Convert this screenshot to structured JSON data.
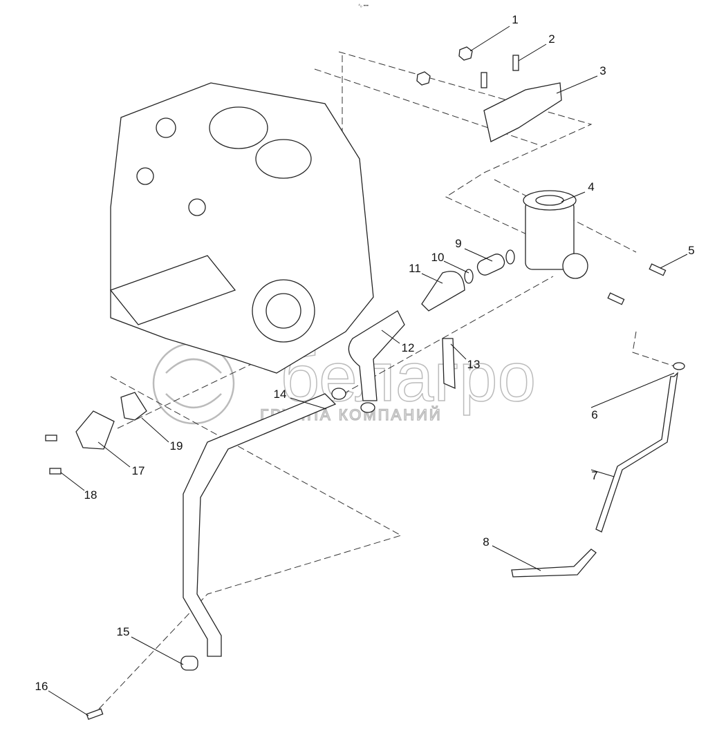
{
  "diagram": {
    "header_mark": "⁴ₒ ▪▪▪",
    "watermark": {
      "brand": "белагро",
      "subtitle": "ГРУППА КОМПАНИЙ"
    },
    "callouts": [
      {
        "id": "1",
        "label": "1"
      },
      {
        "id": "2",
        "label": "2"
      },
      {
        "id": "3",
        "label": "3"
      },
      {
        "id": "4",
        "label": "4"
      },
      {
        "id": "5",
        "label": "5"
      },
      {
        "id": "6",
        "label": "6"
      },
      {
        "id": "7",
        "label": "7"
      },
      {
        "id": "8",
        "label": "8"
      },
      {
        "id": "9",
        "label": "9"
      },
      {
        "id": "10",
        "label": "10"
      },
      {
        "id": "11",
        "label": "11"
      },
      {
        "id": "12",
        "label": "12"
      },
      {
        "id": "13",
        "label": "13"
      },
      {
        "id": "14",
        "label": "14"
      },
      {
        "id": "15",
        "label": "15"
      },
      {
        "id": "16",
        "label": "16"
      },
      {
        "id": "17",
        "label": "17"
      },
      {
        "id": "18",
        "label": "18"
      },
      {
        "id": "19",
        "label": "19"
      }
    ]
  }
}
